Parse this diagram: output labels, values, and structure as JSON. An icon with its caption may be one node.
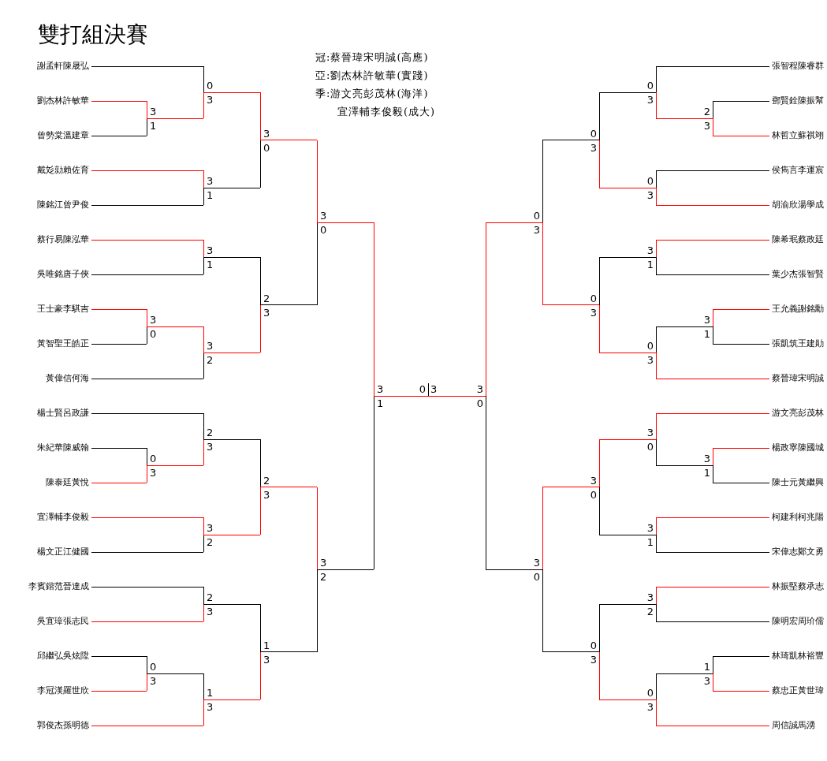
{
  "diagram": {
    "title": "雙打組決賽",
    "labels": [
      "冠:蔡晉瑋宋明誠(高應)",
      "亞:劉杰林許敏華(實踐)",
      "季:游文亮彭茂林(海洋)",
      "宜澤輔李俊毅(成大)",
      "謝孟軒陳晟弘",
      "劉杰林許敏華",
      "曾勢棠溫建章",
      "戴彣勍賴佐育",
      "陳銘江曾尹俊",
      "蔡行易陳泓華",
      "吳唯銘唐子俠",
      "王士豪李騏吉",
      "黃智聖王皓正",
      "黃偉信何海",
      "楊士賢呂政謙",
      "朱紀華陳威翰",
      "陳泰廷黃悅",
      "宜澤輔李俊毅",
      "楊文正江健國",
      "李賓鍇范晉達成",
      "吳宜璋張志民",
      "邱繼弘吳炫陞",
      "李冠漢羅世欣",
      "郭俊杰孫明德",
      "張智程陳睿群",
      "鄧賢銓陳振幫",
      "林哲立蘇祺翊",
      "侯雋言李運宸",
      "胡渝欣湯學成",
      "陳希珉蔡政廷",
      "葉少杰張智賢",
      "王允義謝銘勳",
      "張凱筑王建勛",
      "蔡晉瑋宋明誠",
      "游文亮彭茂林",
      "楊政寧陳國城",
      "陳士元黃繼興",
      "柯建利柯兆陽",
      "宋偉志鄭文勇",
      "林振堅蔡承志",
      "陳明宏周玠儒",
      "林琦凱林裕豐",
      "蔡忠正黃世瑋",
      "周信誠馬湧",
      "3",
      "1",
      "0",
      "3",
      "3",
      "1",
      "3",
      "0",
      "3",
      "1",
      "3",
      "0",
      "3",
      "2",
      "2",
      "3",
      "3",
      "0",
      "0",
      "3",
      "2",
      "3",
      "3",
      "2",
      "2",
      "3",
      "2",
      "3",
      "0",
      "3",
      "1",
      "3",
      "1",
      "3",
      "3",
      "2",
      "3",
      "1",
      "2",
      "3",
      "0",
      "3",
      "0",
      "3",
      "0",
      "3",
      "3",
      "1",
      "3",
      "1",
      "0",
      "3",
      "0",
      "3",
      "0",
      "3",
      "3",
      "1",
      "3",
      "0",
      "3",
      "1",
      "3",
      "0",
      "3",
      "2",
      "1",
      "3",
      "0",
      "3",
      "0",
      "3",
      "3",
      "0",
      "3",
      "0",
      "0",
      "3"
    ]
  }
}
